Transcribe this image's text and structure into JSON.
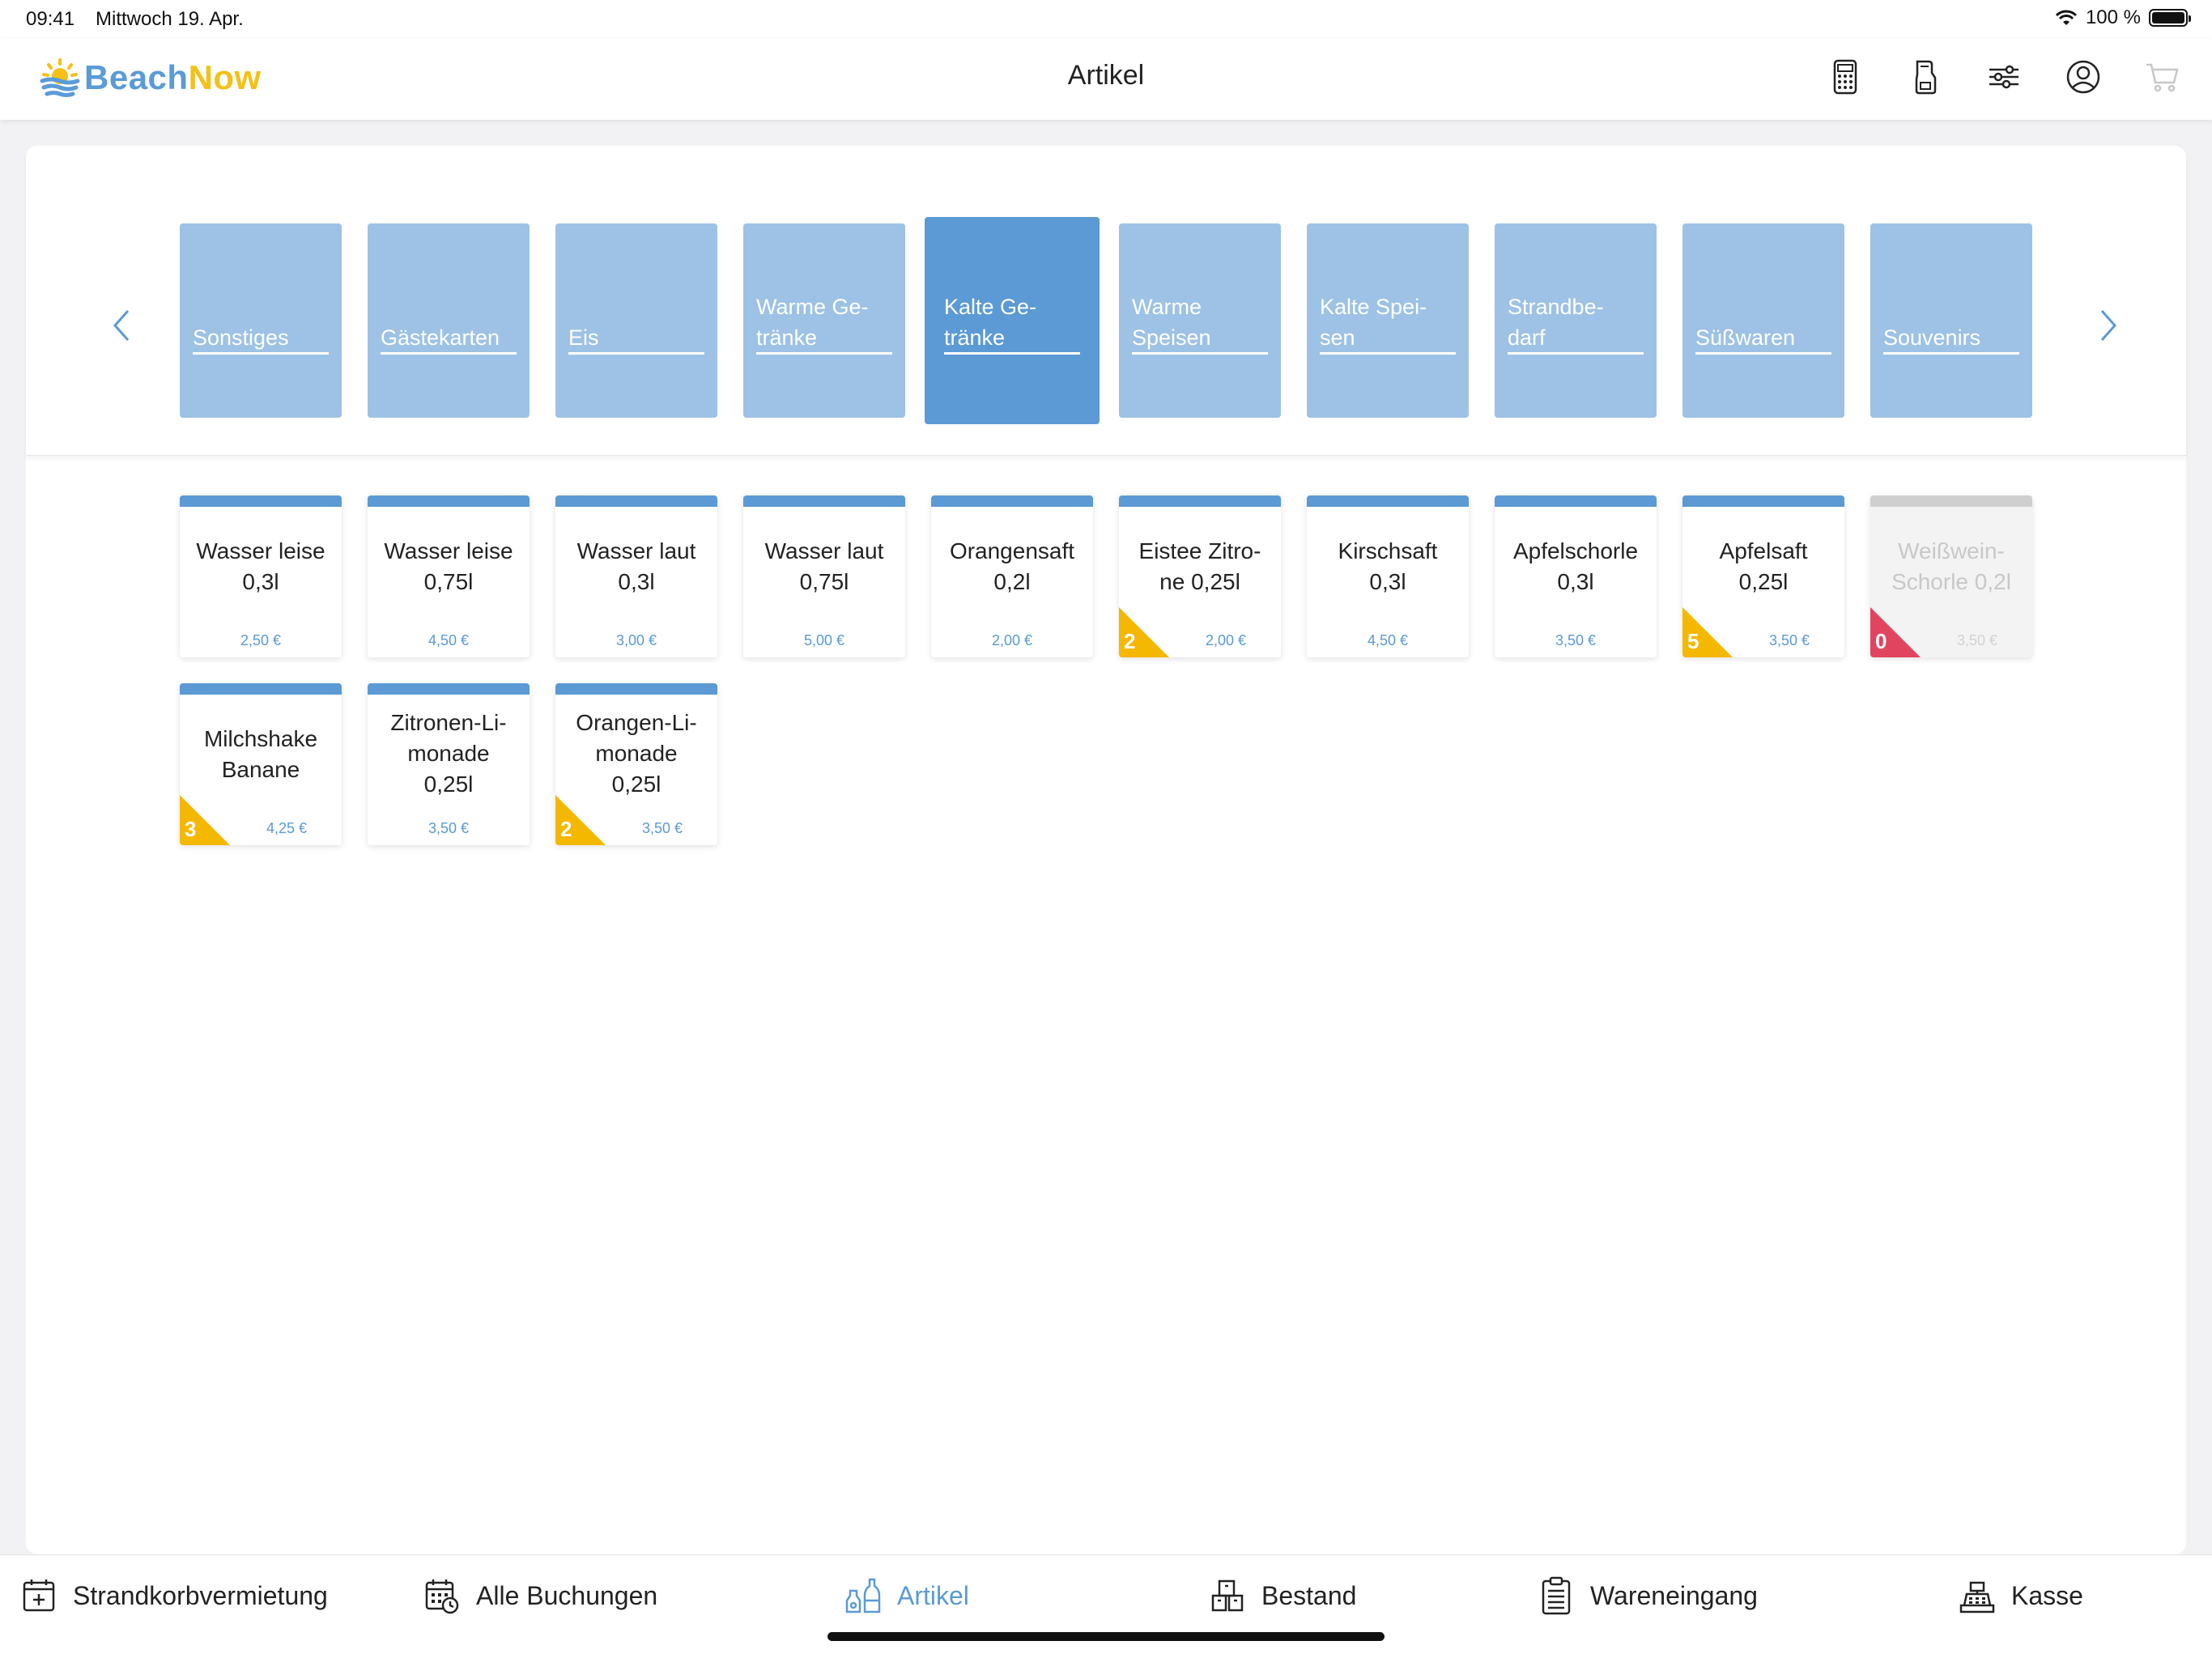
{
  "status_bar": {
    "time": "09:41",
    "date": "Mittwoch 19. Apr.",
    "battery_percent": "100 %"
  },
  "header": {
    "logo_beach": "Beach",
    "logo_now": "Now",
    "title": "Artikel",
    "icons": [
      "calculator-icon",
      "mobile-terminal-icon",
      "filter-sliders-icon",
      "user-account-icon",
      "cart-icon"
    ]
  },
  "colors": {
    "accent": "#5b9ad5",
    "category_tile": "#9dc2e5",
    "low_stock": "#f5b800",
    "out_of_stock": "#e0445e",
    "brand_yellow": "#f5c018"
  },
  "categories": [
    {
      "label": "Sonstiges",
      "active": false
    },
    {
      "label": "Gästekarten",
      "active": false
    },
    {
      "label": "Eis",
      "active": false
    },
    {
      "label": "Warme Ge-\ntränke",
      "active": false
    },
    {
      "label": "Kalte Ge-\ntränke",
      "active": true
    },
    {
      "label": "Warme\nSpeisen",
      "active": false
    },
    {
      "label": "Kalte Spei-\nsen",
      "active": false
    },
    {
      "label": "Strandbe-\ndarf",
      "active": false
    },
    {
      "label": "Süßwaren",
      "active": false
    },
    {
      "label": "Souvenirs",
      "active": false
    }
  ],
  "products": [
    {
      "name": "Wasser leise\n0,3l",
      "price": "2,50 €",
      "stock": null,
      "disabled": false
    },
    {
      "name": "Wasser leise\n0,75l",
      "price": "4,50 €",
      "stock": null,
      "disabled": false
    },
    {
      "name": "Wasser laut\n0,3l",
      "price": "3,00 €",
      "stock": null,
      "disabled": false
    },
    {
      "name": "Wasser laut\n0,75l",
      "price": "5,00 €",
      "stock": null,
      "disabled": false
    },
    {
      "name": "Orangensaft\n0,2l",
      "price": "2,00 €",
      "stock": null,
      "disabled": false
    },
    {
      "name": "Eistee Zitro-\nne 0,25l",
      "price": "2,00 €",
      "stock": "2",
      "disabled": false
    },
    {
      "name": "Kirschsaft\n0,3l",
      "price": "4,50 €",
      "stock": null,
      "disabled": false
    },
    {
      "name": "Apfelschorle\n0,3l",
      "price": "3,50 €",
      "stock": null,
      "disabled": false
    },
    {
      "name": "Apfelsaft\n0,25l",
      "price": "3,50 €",
      "stock": "5",
      "disabled": false
    },
    {
      "name": "Weißwein-\nSchorle 0,2l",
      "price": "3,50 €",
      "stock": "0",
      "disabled": true
    },
    {
      "name": "Milchshake\nBanane",
      "price": "4,25 €",
      "stock": "3",
      "disabled": false
    },
    {
      "name": "Zitronen-Li-\nmonade\n0,25l",
      "price": "3,50 €",
      "stock": null,
      "disabled": false
    },
    {
      "name": "Orangen-Li-\nmonade\n0,25l",
      "price": "3,50 €",
      "stock": "2",
      "disabled": false
    }
  ],
  "tabs": [
    {
      "label": "Strandkorbvermietung",
      "icon": "calendar-plus-icon",
      "active": false
    },
    {
      "label": "Alle Buchungen",
      "icon": "calendar-clock-icon",
      "active": false
    },
    {
      "label": "Artikel",
      "icon": "bottles-icon",
      "active": true
    },
    {
      "label": "Bestand",
      "icon": "inventory-boxes-icon",
      "active": false
    },
    {
      "label": "Wareneingang",
      "icon": "clipboard-list-icon",
      "active": false
    },
    {
      "label": "Kasse",
      "icon": "cash-register-icon",
      "active": false
    }
  ]
}
